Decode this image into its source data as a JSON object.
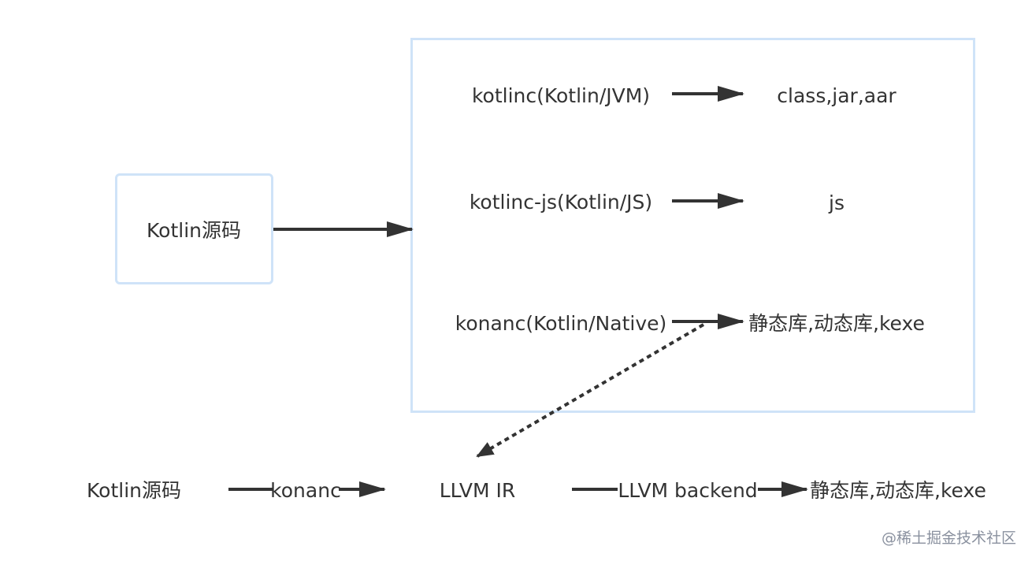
{
  "diagram": {
    "source_node": "Kotlin源码",
    "compilers": [
      {
        "name": "kotlinc(Kotlin/JVM)",
        "output": "class,jar,aar"
      },
      {
        "name": "kotlinc-js(Kotlin/JS)",
        "output": "js"
      },
      {
        "name": "konanc(Kotlin/Native)",
        "output": "静态库,动态库,kexe"
      }
    ],
    "native_pipeline": {
      "source": "Kotlin源码",
      "step1": "konanc",
      "ir": "LLVM IR",
      "step2": "LLVM backend",
      "output": "静态库,动态库,kexe"
    }
  },
  "watermark": "@稀土掘金技术社区",
  "colors": {
    "box_border": "#cfe3f8",
    "arrow": "#333333",
    "text": "#333333"
  }
}
